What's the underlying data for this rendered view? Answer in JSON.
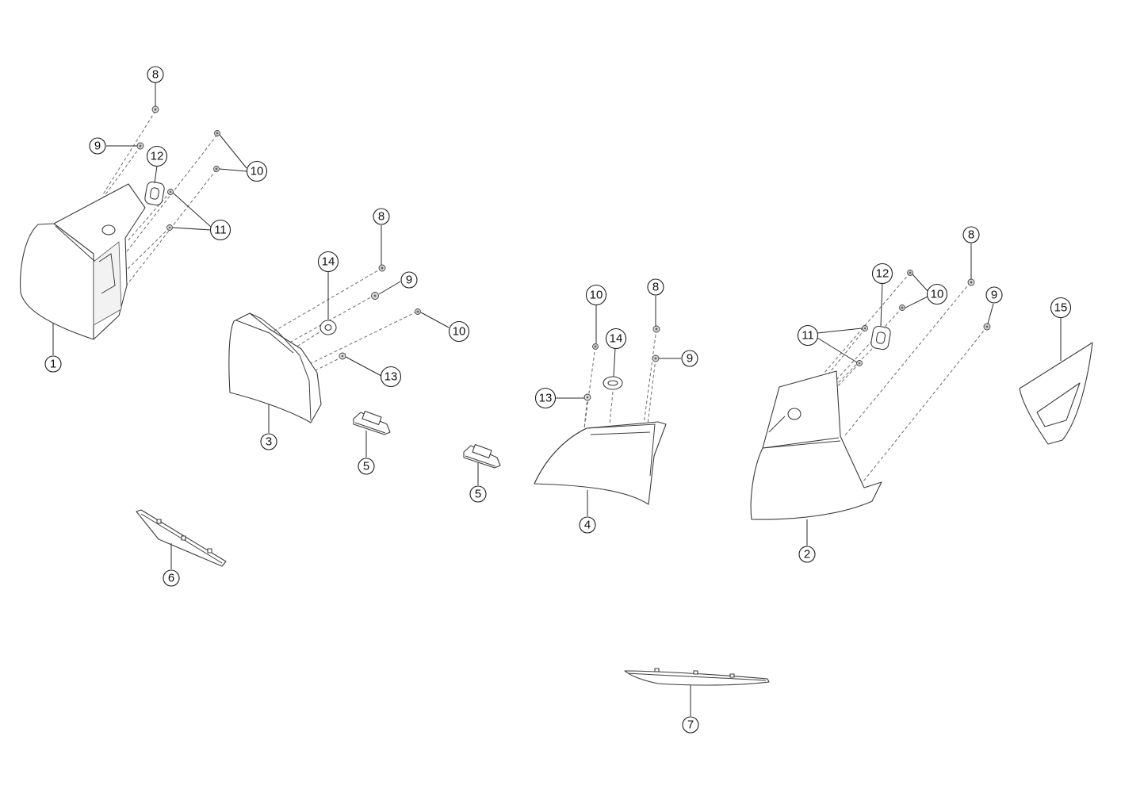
{
  "callouts": [
    {
      "id": "c1",
      "label": "1"
    },
    {
      "id": "c2",
      "label": "2"
    },
    {
      "id": "c3",
      "label": "3"
    },
    {
      "id": "c4",
      "label": "4"
    },
    {
      "id": "c5a",
      "label": "5"
    },
    {
      "id": "c5b",
      "label": "5"
    },
    {
      "id": "c6",
      "label": "6"
    },
    {
      "id": "c7",
      "label": "7"
    },
    {
      "id": "c8a",
      "label": "8"
    },
    {
      "id": "c8b",
      "label": "8"
    },
    {
      "id": "c8c",
      "label": "8"
    },
    {
      "id": "c8d",
      "label": "8"
    },
    {
      "id": "c9a",
      "label": "9"
    },
    {
      "id": "c9b",
      "label": "9"
    },
    {
      "id": "c9c",
      "label": "9"
    },
    {
      "id": "c9d",
      "label": "9"
    },
    {
      "id": "c10a",
      "label": "10"
    },
    {
      "id": "c10b",
      "label": "10"
    },
    {
      "id": "c10c",
      "label": "10"
    },
    {
      "id": "c10d",
      "label": "10"
    },
    {
      "id": "c11a",
      "label": "11"
    },
    {
      "id": "c11b",
      "label": "11"
    },
    {
      "id": "c12a",
      "label": "12"
    },
    {
      "id": "c12b",
      "label": "12"
    },
    {
      "id": "c13a",
      "label": "13"
    },
    {
      "id": "c13b",
      "label": "13"
    },
    {
      "id": "c14a",
      "label": "14"
    },
    {
      "id": "c14b",
      "label": "14"
    },
    {
      "id": "c15",
      "label": "15"
    }
  ]
}
